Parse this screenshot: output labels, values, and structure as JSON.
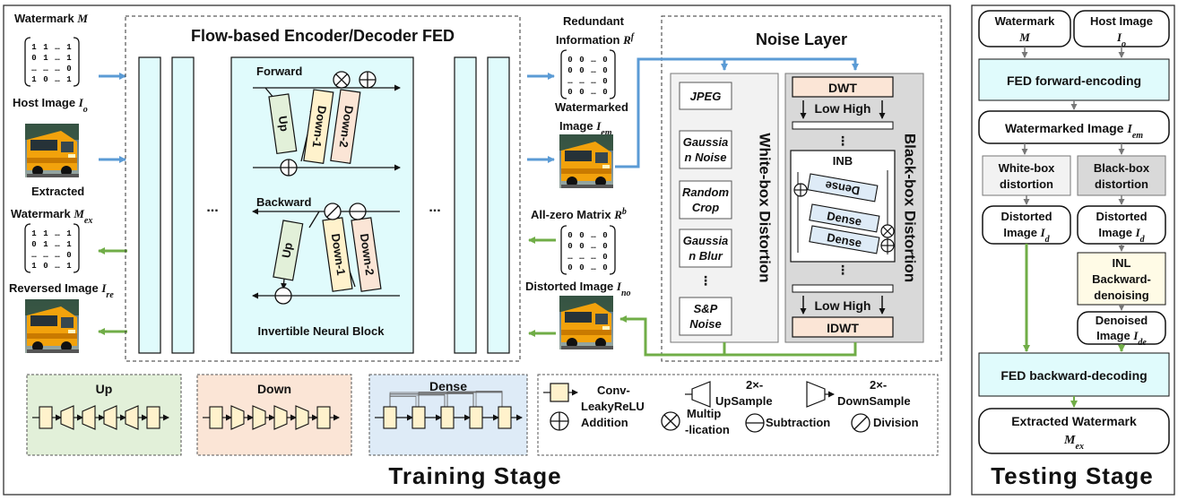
{
  "training": {
    "stage_title": "Training  Stage",
    "fed_title": "Flow-based Encoder/Decoder FED",
    "noise_title": "Noise Layer",
    "watermark_label": "Watermark",
    "watermark_sym": "M",
    "host_label": "Host Image",
    "host_sym": "I",
    "host_sub": "o",
    "extracted_label1": "Extracted",
    "extracted_label2": "Watermark",
    "extracted_sym": "M",
    "extracted_sub": "ex",
    "reversed_label": "Reversed Image",
    "reversed_sym": "I",
    "reversed_sub": "re",
    "redundant_label1": "Redundant",
    "redundant_label2": "Information",
    "redundant_sym": "R",
    "redundant_sup": "f",
    "watermarked_label1": "Watermarked",
    "watermarked_label2": "Image",
    "watermarked_sym": "I",
    "watermarked_sub": "em",
    "allzero_label": "All-zero Matrix",
    "allzero_sym": "R",
    "allzero_sup": "b",
    "distorted_label": "Distorted Image",
    "distorted_sym": "I",
    "distorted_sub": "no",
    "ellipsis": "...",
    "inb_forward": "Forward",
    "inb_backward": "Backward",
    "inb_up": "Up",
    "inb_down1": "Down-1",
    "inb_down2": "Down-2",
    "inb_caption": "Invertible Neural Block",
    "wm_matrix": [
      [
        "1",
        "1",
        "…",
        "1"
      ],
      [
        "0",
        "1",
        "…",
        "1"
      ],
      [
        "…",
        "…",
        "…",
        "0"
      ],
      [
        "1",
        "0",
        "…",
        "1"
      ]
    ],
    "zero_matrix": [
      [
        "0",
        "0",
        "…",
        "0"
      ],
      [
        "0",
        "0",
        "…",
        "0"
      ],
      [
        "…",
        "…",
        "…",
        "0"
      ],
      [
        "0",
        "0",
        "…",
        "0"
      ]
    ],
    "whitebox_items": [
      [
        "JPEG"
      ],
      [
        "Gaussia",
        "n Noise"
      ],
      [
        "Random",
        "Crop"
      ],
      [
        "Gaussia",
        "n Blur"
      ],
      [
        "S&P",
        "Noise"
      ]
    ],
    "whitebox_title": "White-box Distortion",
    "blackbox_title": "Black-box Distortion",
    "dwt": "DWT",
    "idwt": "IDWT",
    "low_high": "Low  High",
    "inb_label": "INB",
    "dense": "Dense",
    "vdots": "⋮",
    "legend_up": "Up",
    "legend_down": "Down",
    "legend_dense": "Dense",
    "legend_conv1": "Conv-",
    "legend_conv2": "LeakyReLU",
    "legend_upsample1": "2×-",
    "legend_upsample2": "UpSample",
    "legend_downsample1": "2×-",
    "legend_downsample2": "DownSample",
    "legend_add": "Addition",
    "legend_mul1": "Multip",
    "legend_mul2": "-lication",
    "legend_sub": "Subtraction",
    "legend_div": "Division"
  },
  "testing": {
    "stage_title": "Testing  Stage",
    "watermark_label": "Watermark",
    "watermark_sym": "M",
    "host_label": "Host Image",
    "host_sym": "I",
    "host_sub": "o",
    "fed_forward": "FED forward-encoding",
    "watermarked": "Watermarked Image",
    "watermarked_sym": "I",
    "watermarked_sub": "em",
    "whitebox1": "White-box",
    "whitebox2": "distortion",
    "blackbox1": "Black-box",
    "blackbox2": "distortion",
    "distorted1": "Distorted",
    "distorted2": "Image",
    "distorted_sym": "I",
    "distorted_sub": "d",
    "inl1": "INL",
    "inl2": "Backward-",
    "inl3": "denoising",
    "denoised1": "Denoised",
    "denoised2": "Image",
    "denoised_sym": "I",
    "denoised_sub": "de",
    "fed_backward": "FED backward-decoding",
    "extracted": "Extracted Watermark",
    "extracted_sym": "M",
    "extracted_sub": "ex"
  },
  "colors": {
    "blue_arrow": "#5b9bd5",
    "green_arrow": "#70ad47",
    "fed_fill": "#e0fbfc",
    "up_fill": "#e2f0d9",
    "down_fill": "#fbe5d6",
    "dense_fill": "#deebf7",
    "conv_fill": "#fff2cc",
    "dwt_fill": "#fbe5d6",
    "gray_fill": "#d9d9d9",
    "light_gray": "#f2f2f2",
    "inl_fill": "#fffbe6"
  }
}
